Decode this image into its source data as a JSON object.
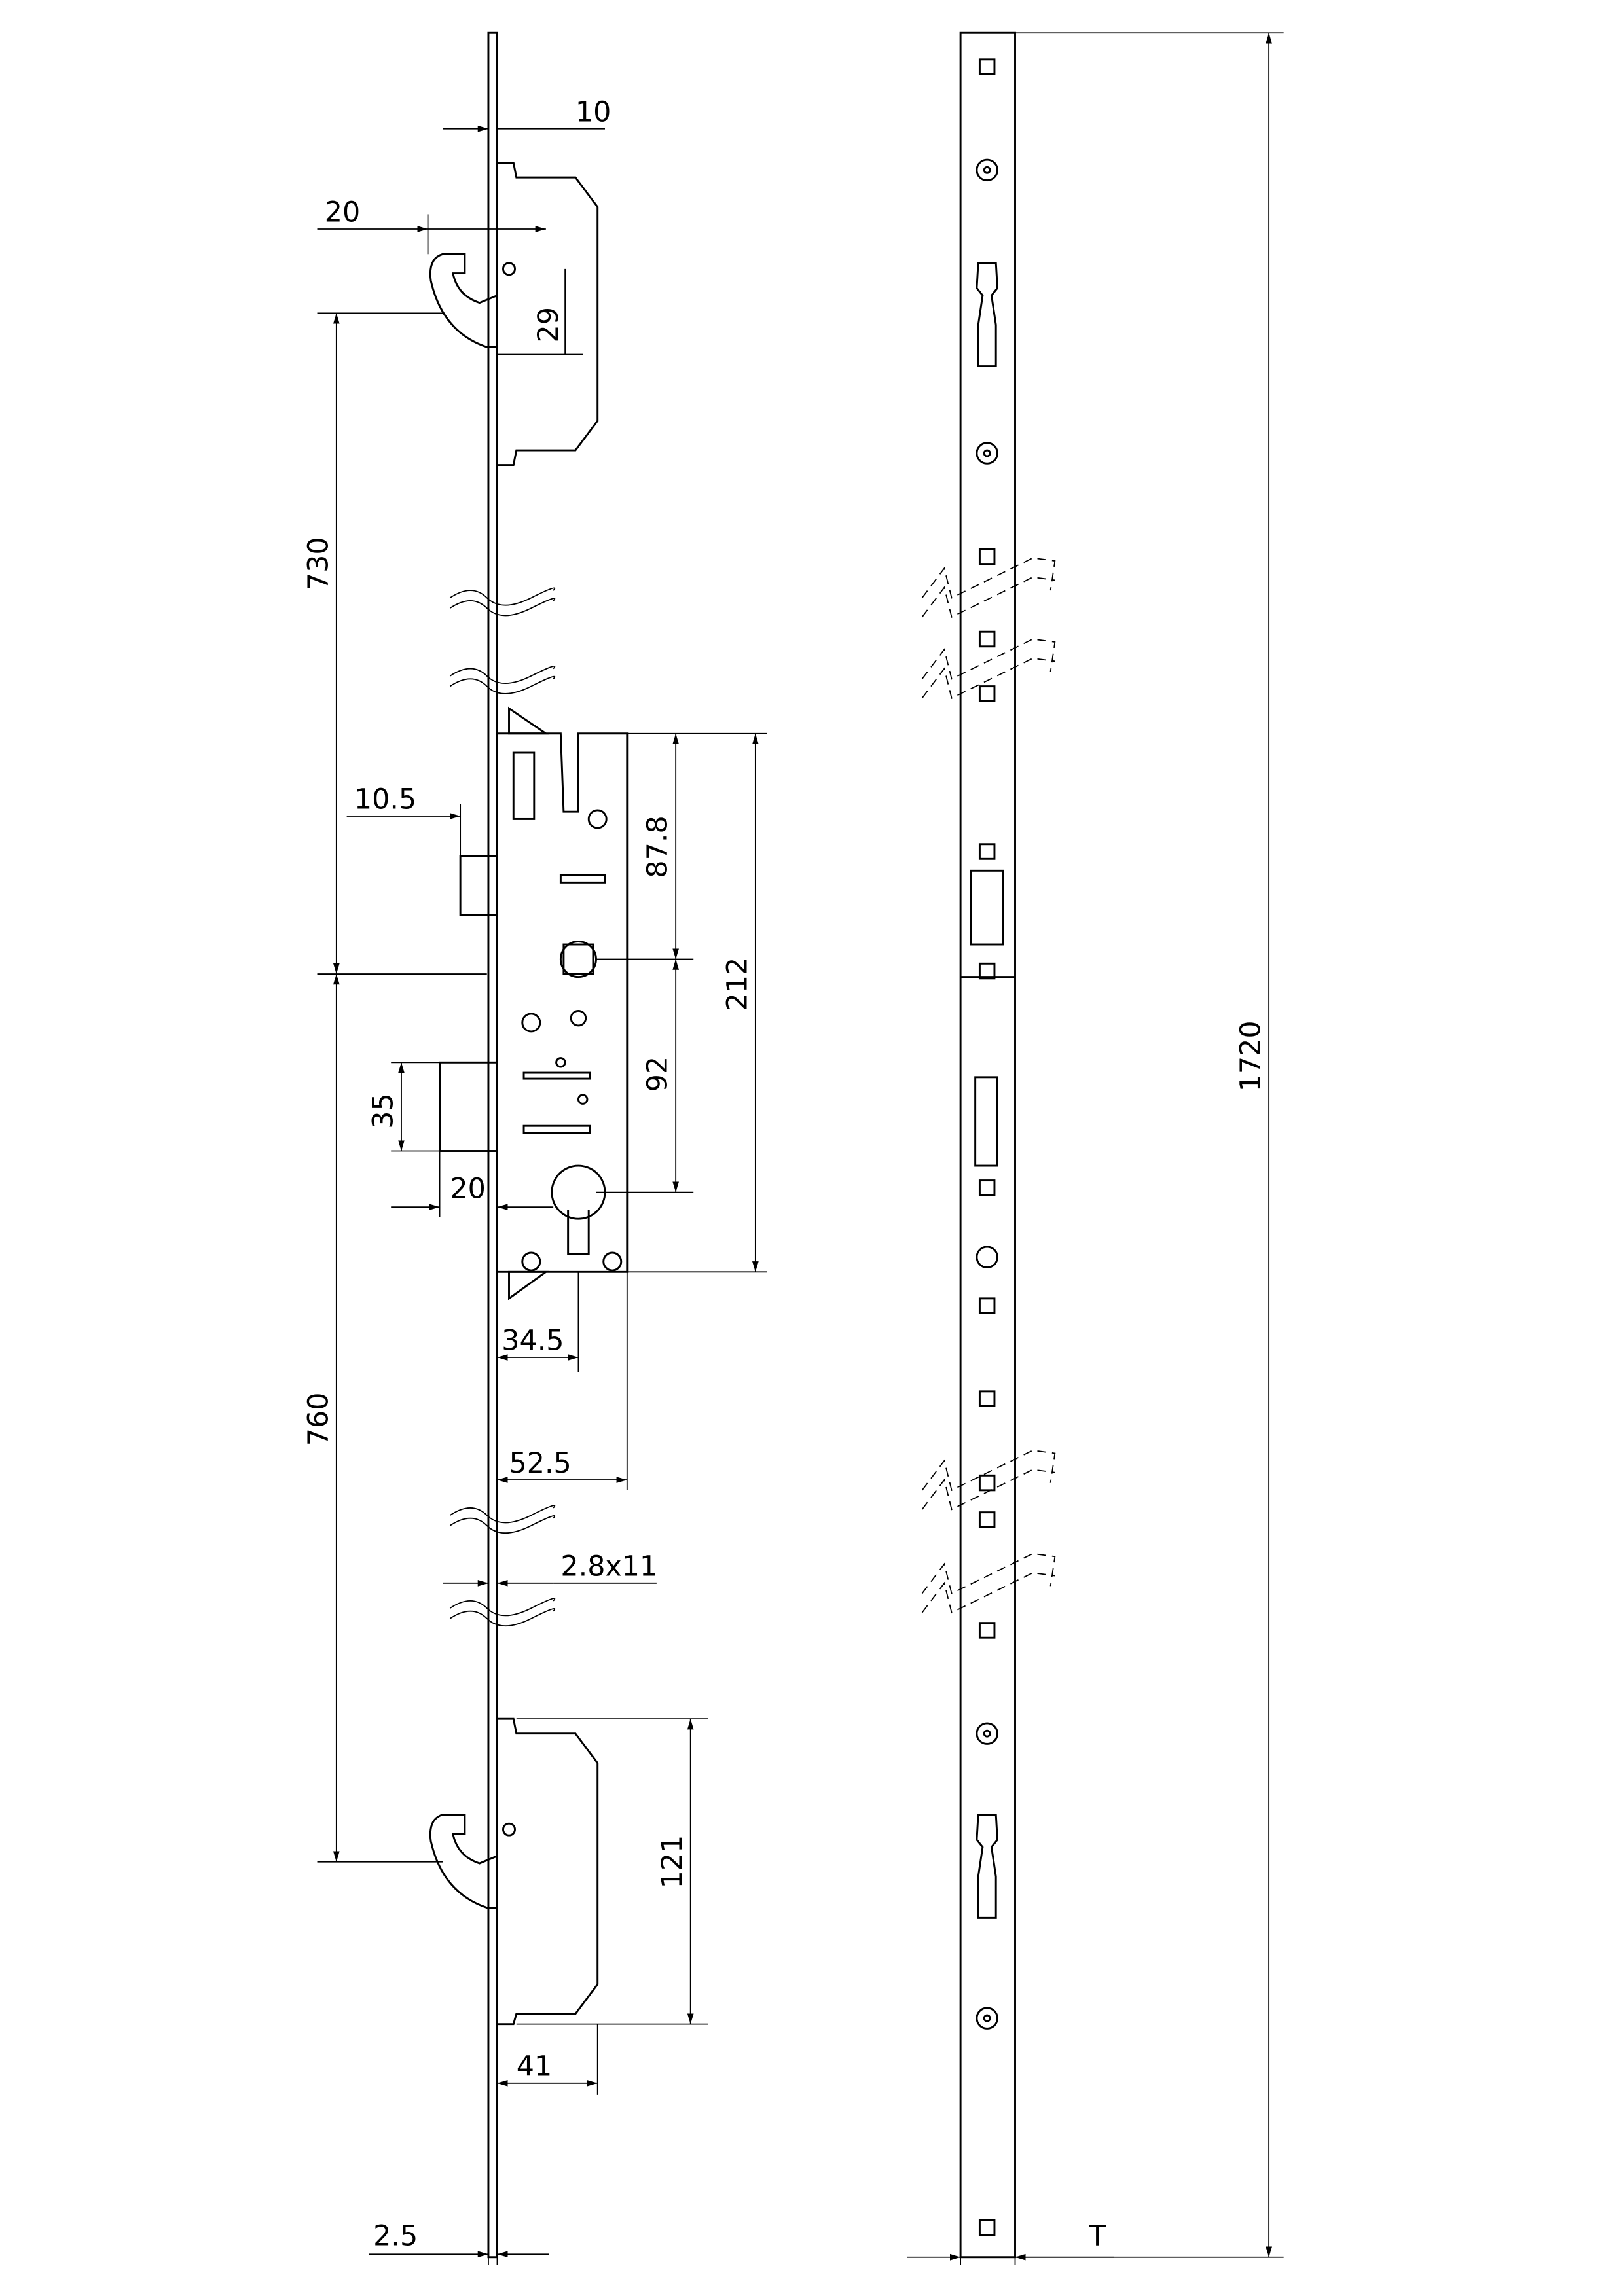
{
  "dimensions": {
    "faceplate_offset": "10",
    "hook_projection_top": "20",
    "hook_offset": "29",
    "upper_distance": "730",
    "latch_projection": "10.5",
    "latch_to_spindle": "87.8",
    "case_height": "212",
    "spindle_to_cylinder": "92",
    "bolt_height": "35",
    "bolt_projection": "20",
    "backset": "34.5",
    "case_depth": "52.5",
    "lower_distance": "760",
    "slot_size": "2.8x11",
    "lower_case_height": "121",
    "lower_case_depth": "41",
    "faceplate_thickness": "2.5",
    "total_length": "1720",
    "faceplate_width_symbol": "T"
  }
}
